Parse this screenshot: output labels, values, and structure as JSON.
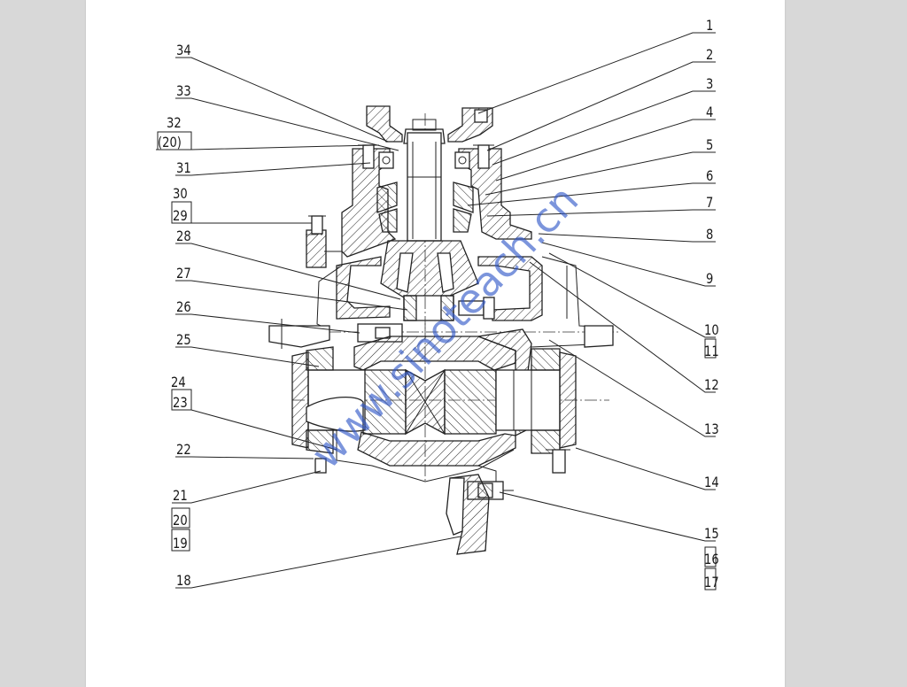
{
  "drawing": {
    "labels": [
      {
        "id": "l1",
        "text": "1"
      },
      {
        "id": "l2",
        "text": "2"
      },
      {
        "id": "l3",
        "text": "3"
      },
      {
        "id": "l4",
        "text": "4"
      },
      {
        "id": "l5",
        "text": "5"
      },
      {
        "id": "l6",
        "text": "6"
      },
      {
        "id": "l7",
        "text": "7"
      },
      {
        "id": "l8",
        "text": "8"
      },
      {
        "id": "l9",
        "text": "9"
      },
      {
        "id": "l10",
        "text": "10"
      },
      {
        "id": "l11",
        "text": "11"
      },
      {
        "id": "l12",
        "text": "12"
      },
      {
        "id": "l13",
        "text": "13"
      },
      {
        "id": "l14",
        "text": "14"
      },
      {
        "id": "l15",
        "text": "15"
      },
      {
        "id": "l16",
        "text": "16"
      },
      {
        "id": "l17",
        "text": "17"
      },
      {
        "id": "l18",
        "text": "18"
      },
      {
        "id": "l19",
        "text": "19"
      },
      {
        "id": "l20",
        "text": "20"
      },
      {
        "id": "l21",
        "text": "21"
      },
      {
        "id": "l22",
        "text": "22"
      },
      {
        "id": "l23",
        "text": "23"
      },
      {
        "id": "l24",
        "text": "24"
      },
      {
        "id": "l25",
        "text": "25"
      },
      {
        "id": "l26",
        "text": "26"
      },
      {
        "id": "l27",
        "text": "27"
      },
      {
        "id": "l28",
        "text": "28"
      },
      {
        "id": "l29",
        "text": "29"
      },
      {
        "id": "l30",
        "text": "30"
      },
      {
        "id": "l31",
        "text": "31"
      },
      {
        "id": "l32",
        "text": "32"
      },
      {
        "id": "l32b",
        "text": "(20)"
      },
      {
        "id": "l33",
        "text": "33"
      },
      {
        "id": "l34",
        "text": "34"
      }
    ],
    "watermark": "www.sinoteach.cn"
  }
}
